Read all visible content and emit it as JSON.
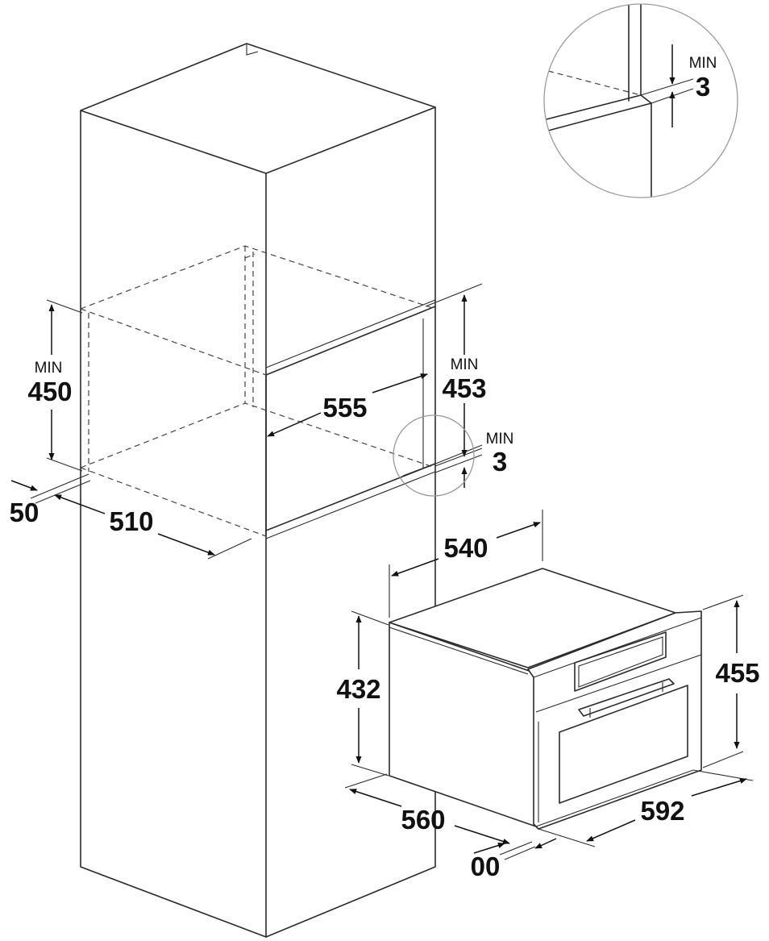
{
  "dimensions": {
    "cabinet_opening_height": {
      "prefix": "MIN",
      "value": "450"
    },
    "niche_height": {
      "prefix": "MIN",
      "value": "453"
    },
    "niche_gap": {
      "prefix": "MIN",
      "value": "3"
    },
    "detail_gap": {
      "prefix": "MIN",
      "value": "3"
    },
    "niche_depth": "555",
    "front_offset": "50",
    "cabinet_depth": "510",
    "oven_top_depth": "540",
    "oven_body_height": "432",
    "oven_front_height": "455",
    "oven_depth": "560",
    "oven_width": "592",
    "door_offset": "00"
  },
  "colors": {
    "line": "#2a2a2a",
    "dashed": "#444444",
    "detail_circle": "#9a9a9a"
  }
}
